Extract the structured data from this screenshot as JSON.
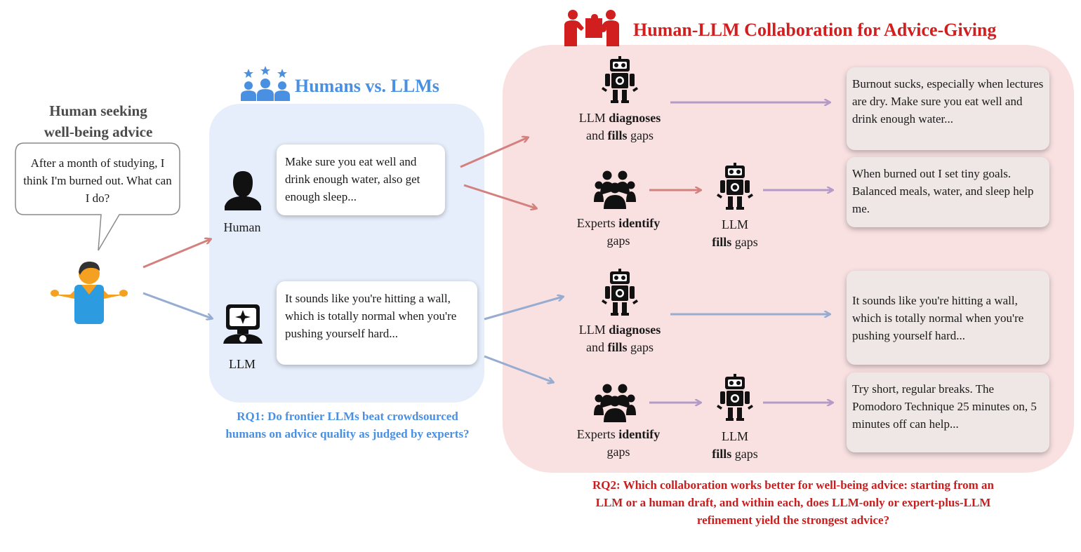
{
  "seeker": {
    "title_line1": "Human seeking",
    "title_line2": "well-being advice",
    "question": "After a month of studying, I think I'm burned out. What can I do?"
  },
  "compare": {
    "title": "Humans vs. LLMs",
    "human_label": "Human",
    "llm_label": "LLM",
    "human_response": "Make sure you eat well and drink enough water, also get enough sleep...",
    "llm_response": "It sounds like you're hitting a wall, which is totally normal when you're pushing yourself hard...",
    "rq1_line1": "RQ1: Do frontier LLMs beat crowdsourced",
    "rq1_line2": "humans on advice quality as judged by experts?"
  },
  "collab": {
    "title": "Human-LLM Collaboration for Advice-Giving",
    "llm_word": "LLM",
    "diagnoses_word": "diagnoses",
    "and_word": "and",
    "fills_word": "fills",
    "gaps_word": "gaps",
    "experts_word": "Experts",
    "identify_word": "identify",
    "outputs": [
      "Burnout sucks, especially when lectures are dry. Make sure you eat well and drink enough water...",
      "When burned out I set tiny goals. Balanced meals, water, and sleep help me.",
      "It sounds like you're hitting a wall, which is totally normal when you're pushing yourself hard...",
      "Try short, regular breaks. The Pomodoro Technique 25 minutes on, 5 minutes off can help..."
    ],
    "rq2_line1": "RQ2: Which collaboration works better for well-being advice: starting from an",
    "rq2_line2": "LLM or a human draft, and within each, does LLM-only or expert-plus-LLM",
    "rq2_line3": "refinement yield the strongest advice?"
  },
  "colors": {
    "human_path": "#d4807e",
    "llm_path": "#96acd0",
    "llm_refine": "#b49ac7",
    "blue_accent": "#4a90e2",
    "red_accent": "#d11f1f"
  },
  "icons": [
    "person-shrug-icon",
    "people-stars-icon",
    "collaboration-icon",
    "human-silhouette-icon",
    "robot-screen-icon",
    "robot-icon",
    "experts-group-icon"
  ]
}
